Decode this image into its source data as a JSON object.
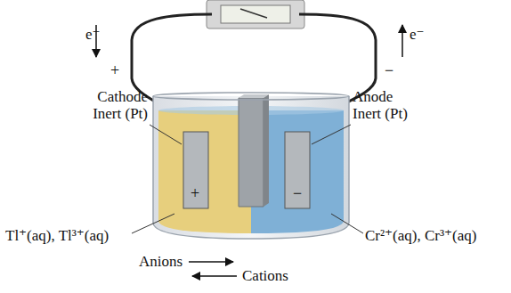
{
  "diagram": {
    "labels": [
      "e⁻",
      "e⁻",
      "+",
      "−",
      "Cathode Inert (Pt)",
      "Anode Inert (Pt)",
      "+",
      "−",
      "Tl⁺(aq), Tl³⁺(aq)",
      "Cr²⁺(aq), Cr³⁺(aq)",
      "Anions",
      "Cations"
    ]
  }
}
